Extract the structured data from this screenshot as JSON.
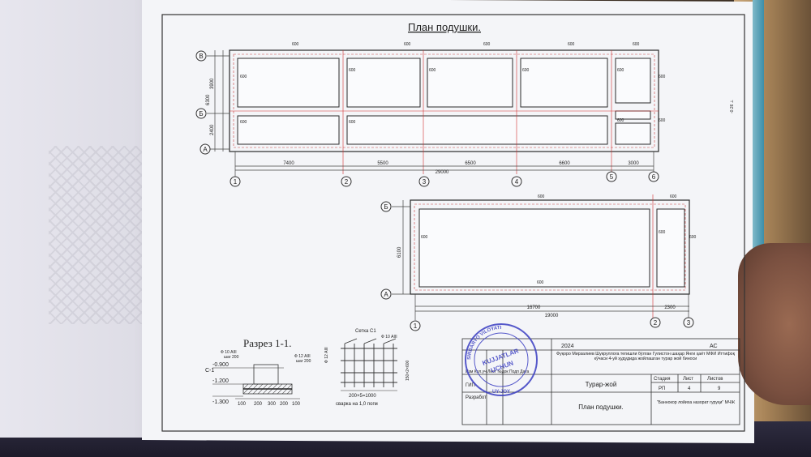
{
  "drawing": {
    "title": "План подушки.",
    "plan1": {
      "row_labels": [
        "В",
        "Б",
        "А"
      ],
      "row_dims": [
        "3900",
        "6300",
        "2400"
      ],
      "axis_labels": [
        "1",
        "2",
        "3",
        "4",
        "5",
        "6"
      ],
      "span_dims": [
        "7400",
        "5500",
        "6500",
        "6600",
        "3000"
      ],
      "total_dim": "29000",
      "width_dim": "600",
      "side_note": "-0.26 ⊥"
    },
    "plan2": {
      "row_labels": [
        "Б",
        "А"
      ],
      "row_dim": "6100",
      "axis_labels": [
        "1",
        "2",
        "3"
      ],
      "span_dims": [
        "16700",
        "2300"
      ],
      "total_dim": "19000",
      "width_dim": "600"
    },
    "section": {
      "title": "Разрез 1-1.",
      "label": "С-1",
      "rebar1": "Ф 10 АIII",
      "rebar1b": "шаг 200",
      "rebar2": "Ф 12 АIII",
      "rebar2b": "шаг 200",
      "levels": [
        "-0.900",
        "-1.200",
        "-1.300"
      ],
      "bottom_dims": [
        "100",
        "200",
        "300",
        "200",
        "100"
      ]
    },
    "mesh": {
      "title": "Сетка С1",
      "rebar_top": "Ф 10 АIII",
      "rebar_left": "Ф 12 АIII",
      "dim_side": "150×2×600",
      "dim_bottom": "200×5=1000",
      "note": "сварка на 1,0 погм"
    }
  },
  "title_block": {
    "year": "2024",
    "code": "АС",
    "description": "Фуқоро Мирзалиев Шукруллога тегишли бўлган Гулистон шаҳар Янги ҳаёт МФЙ Иттифоқ кўчаси 4-уй ҳудудида жойлашган турар жой биноси",
    "header_row": "Изм  Кол.уч  Лист  №док  Подп  Дата",
    "object_name": "Турар-жой",
    "stage_header": "Стадия",
    "sheet_header": "Лист",
    "sheets_header": "Листов",
    "stage": "РП",
    "sheet": "4",
    "sheets": "9",
    "gip_label": "ГИП",
    "developer_label": "Разработ",
    "drawing_name": "План подушки.",
    "company": "\"Баннокор лойиха назорат гуруҳи\" МЧЖ"
  },
  "stamp": {
    "ring_text": "SIRDARYO VILOYATI",
    "ring_text2": "UY-JOY",
    "center_top": "KUJJATLAR",
    "center_bottom": "UCHUN"
  },
  "colors": {
    "sheet": "#f4f5f8",
    "line": "#2a2a2a",
    "grid_red": "#d23030",
    "stamp_blue": "#3b3ec2",
    "background": "#3b2e22"
  }
}
